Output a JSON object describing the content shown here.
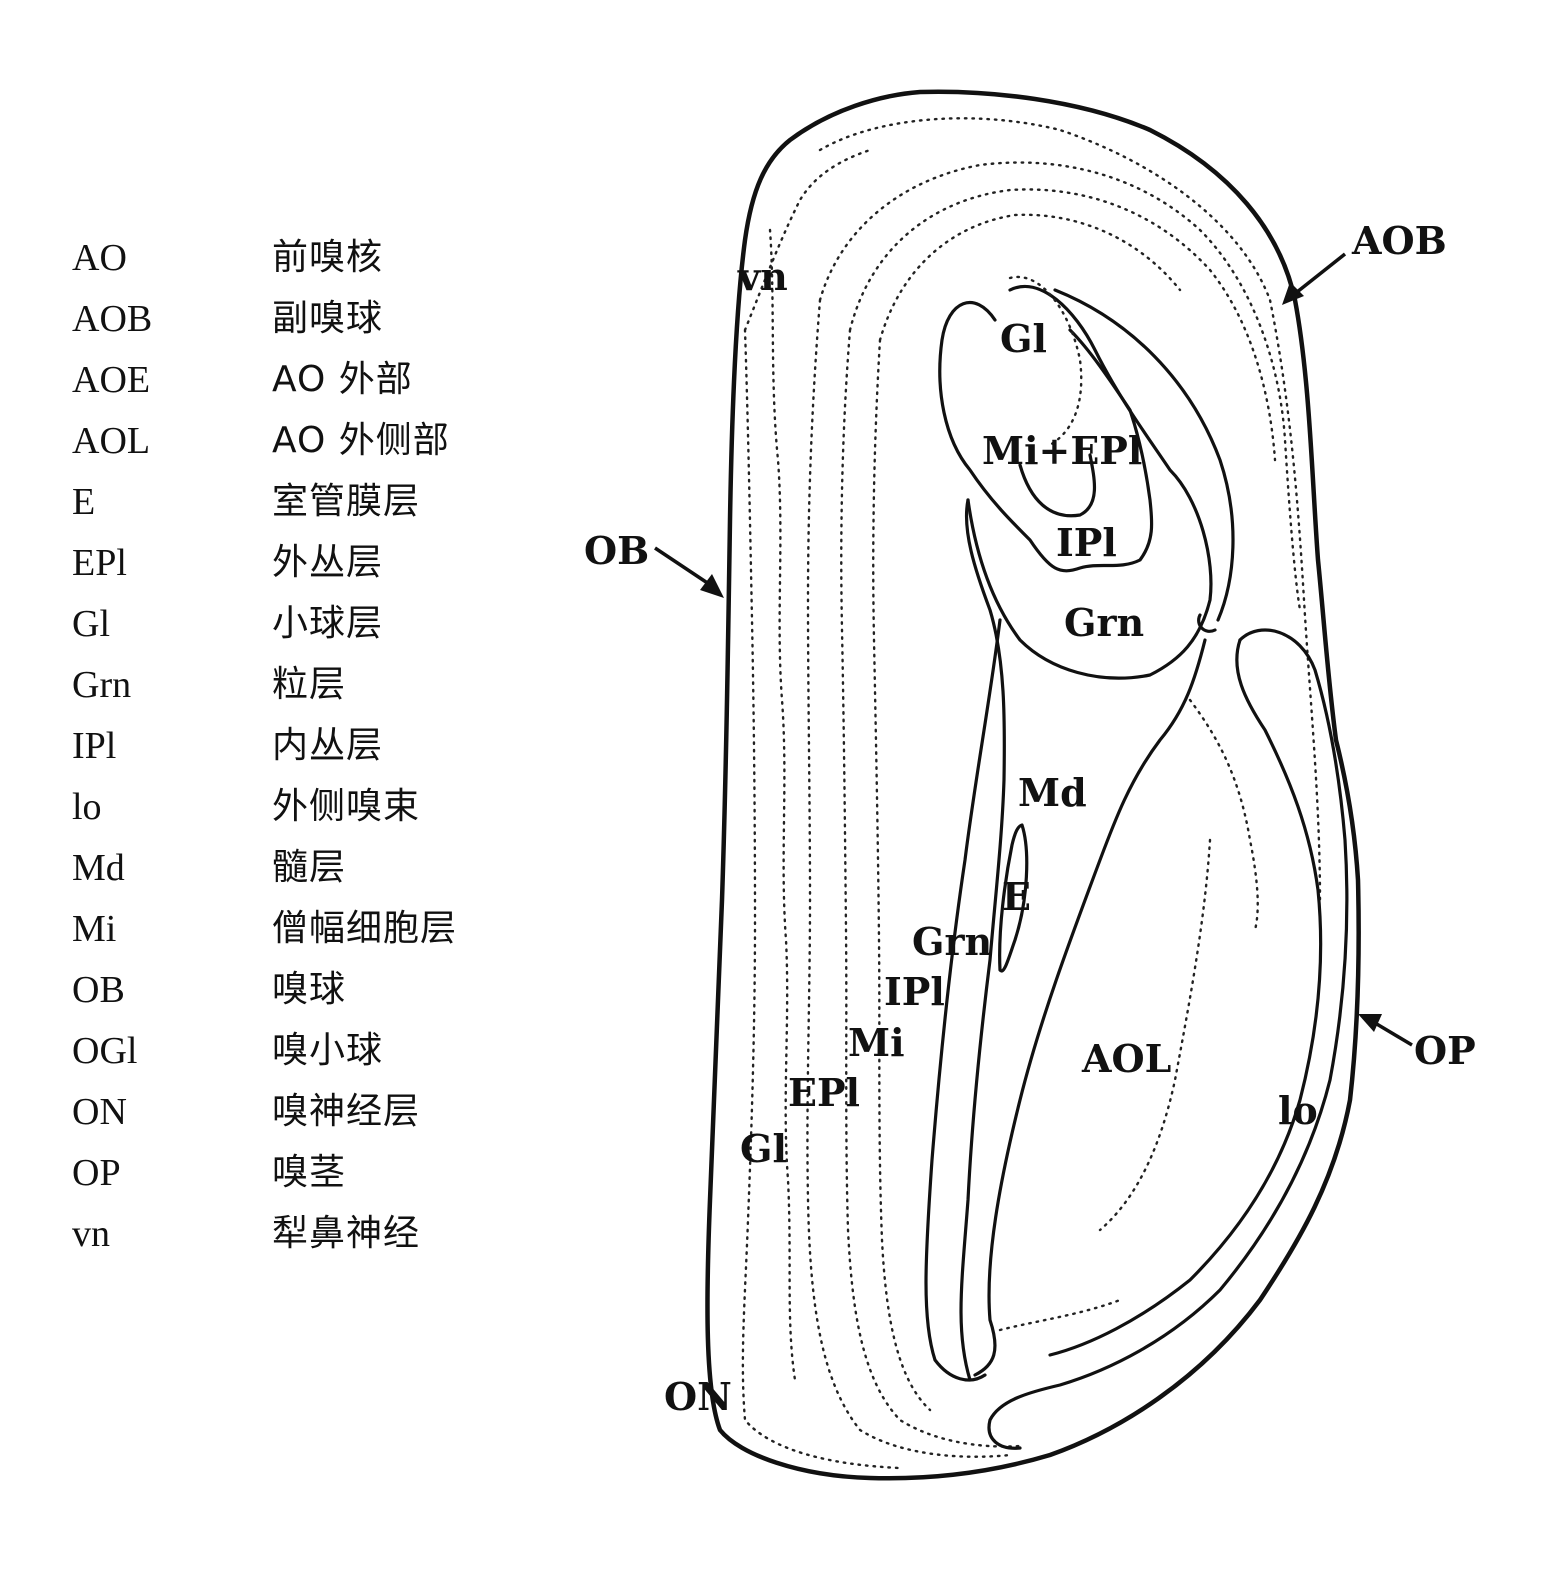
{
  "legend": [
    {
      "abbr": "AO",
      "desc": "前嗅核"
    },
    {
      "abbr": "AOB",
      "desc": "副嗅球"
    },
    {
      "abbr": "AOE",
      "desc": "AO 外部"
    },
    {
      "abbr": "AOL",
      "desc": "AO 外侧部"
    },
    {
      "abbr": "E",
      "desc": "室管膜层"
    },
    {
      "abbr": "EPl",
      "desc": "外丛层"
    },
    {
      "abbr": "Gl",
      "desc": "小球层"
    },
    {
      "abbr": "Grn",
      "desc": "粒层"
    },
    {
      "abbr": "IPl",
      "desc": "内丛层"
    },
    {
      "abbr": "lo",
      "desc": "外侧嗅束"
    },
    {
      "abbr": "Md",
      "desc": "髓层"
    },
    {
      "abbr": "Mi",
      "desc": "僧幅细胞层"
    },
    {
      "abbr": "OB",
      "desc": "嗅球"
    },
    {
      "abbr": "OGl",
      "desc": "嗅小球"
    },
    {
      "abbr": "ON",
      "desc": "嗅神经层"
    },
    {
      "abbr": "OP",
      "desc": "嗅茎"
    },
    {
      "abbr": "vn",
      "desc": "犁鼻神经"
    }
  ],
  "diagram_labels": {
    "vn": "vn",
    "aob_gl": "Gl",
    "aob_mi_epl": "Mi+EPl",
    "aob_ipl": "IPl",
    "aob_grn": "Grn",
    "md": "Md",
    "e": "E",
    "grn": "Grn",
    "ipl": "IPl",
    "mi": "Mi",
    "epl": "EPl",
    "gl": "Gl",
    "aol": "AOL",
    "lo": "lo",
    "on": "ON",
    "ob_arrow": "OB",
    "aob_arrow": "AOB",
    "op_arrow": "OP"
  }
}
